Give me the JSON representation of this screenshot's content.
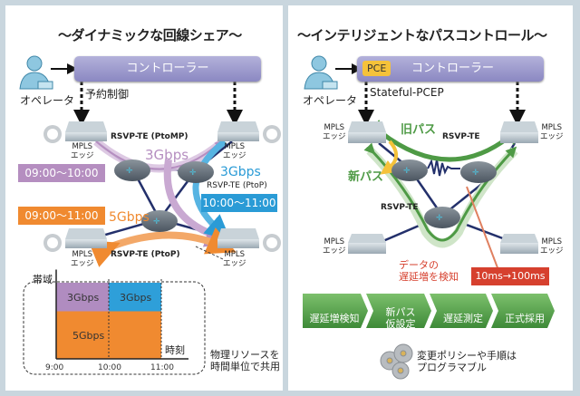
{
  "left_panel": {
    "title": "～ダイナミックな回線シェア～",
    "controller": "コントローラー",
    "operator": "オペレータ",
    "control_label": "予約制御",
    "edges": [
      {
        "line1": "MPLS",
        "line2": "エッジ"
      },
      {
        "line1": "MPLS",
        "line2": "エッジ"
      },
      {
        "line1": "MPLS",
        "line2": "エッジ"
      },
      {
        "line1": "MPLS",
        "line2": "エッジ"
      }
    ],
    "paths": {
      "ptomp_label": "RSVP-TE (PtoMP)",
      "ptomp_bw": "3Gbps",
      "ptomp_time": "09:00～10:00",
      "ptop_blue_bw": "3Gbps",
      "ptop_blue_label": "RSVP-TE (PtoP)",
      "ptop_blue_time": "10:00～11:00",
      "ptop_orange_bw": "5Gbps",
      "ptop_orange_time": "09:00～11:00",
      "ptop_orange_label": "RSVP-TE (PtoP)"
    },
    "note": {
      "line1": "物理リソースを",
      "line2": "時間単位で共用"
    },
    "colors": {
      "purple": "#b58ec0",
      "blue": "#2a9bd6",
      "orange": "#f08a30"
    }
  },
  "chart_data": {
    "type": "bar",
    "title": "",
    "xlabel": "時刻",
    "ylabel": "帯域",
    "x_ticks": [
      "9:00",
      "10:00",
      "11:00"
    ],
    "series": [
      {
        "name": "5Gbps (PtoP)",
        "start": "9:00",
        "end": "11:00",
        "value": 5,
        "label": "5Gbps",
        "color": "#f08a30"
      },
      {
        "name": "3Gbps (PtoMP)",
        "start": "9:00",
        "end": "10:00",
        "value": 3,
        "label": "3Gbps",
        "color": "#b08cc0"
      },
      {
        "name": "3Gbps (PtoP)",
        "start": "10:00",
        "end": "11:00",
        "value": 3,
        "label": "3Gbps",
        "color": "#2e9fd9"
      }
    ],
    "stacked": true
  },
  "right_panel": {
    "title": "～インテリジェントなパスコントロール～",
    "pce_badge": "PCE",
    "controller": "コントローラー",
    "operator": "オペレータ",
    "protocol_label": "Stateful-PCEP",
    "edges": [
      {
        "line1": "MPLS",
        "line2": "エッジ"
      },
      {
        "line1": "MPLS",
        "line2": "エッジ"
      },
      {
        "line1": "MPLS",
        "line2": "エッジ"
      },
      {
        "line1": "MPLS",
        "line2": "エッジ"
      }
    ],
    "old_path": "旧パス",
    "new_path": "新パス",
    "rsvp_top": "RSVP-TE",
    "rsvp_bottom": "RSVP-TE",
    "detect": {
      "line1": "データの",
      "line2": "遅延増を検知"
    },
    "latency_badge": "10ms→100ms",
    "steps": [
      {
        "line1": "遅延増検知",
        "line2": ""
      },
      {
        "line1": "新パス",
        "line2": "仮設定"
      },
      {
        "line1": "遅延測定",
        "line2": ""
      },
      {
        "line1": "正式採用",
        "line2": ""
      }
    ],
    "policy_note": {
      "line1": "変更ポリシーや手順は",
      "line2": "プログラマブル"
    },
    "colors": {
      "green": "#4e9a45",
      "red_badge": "#d6402e",
      "pce_yellow": "#f5c23a"
    }
  }
}
